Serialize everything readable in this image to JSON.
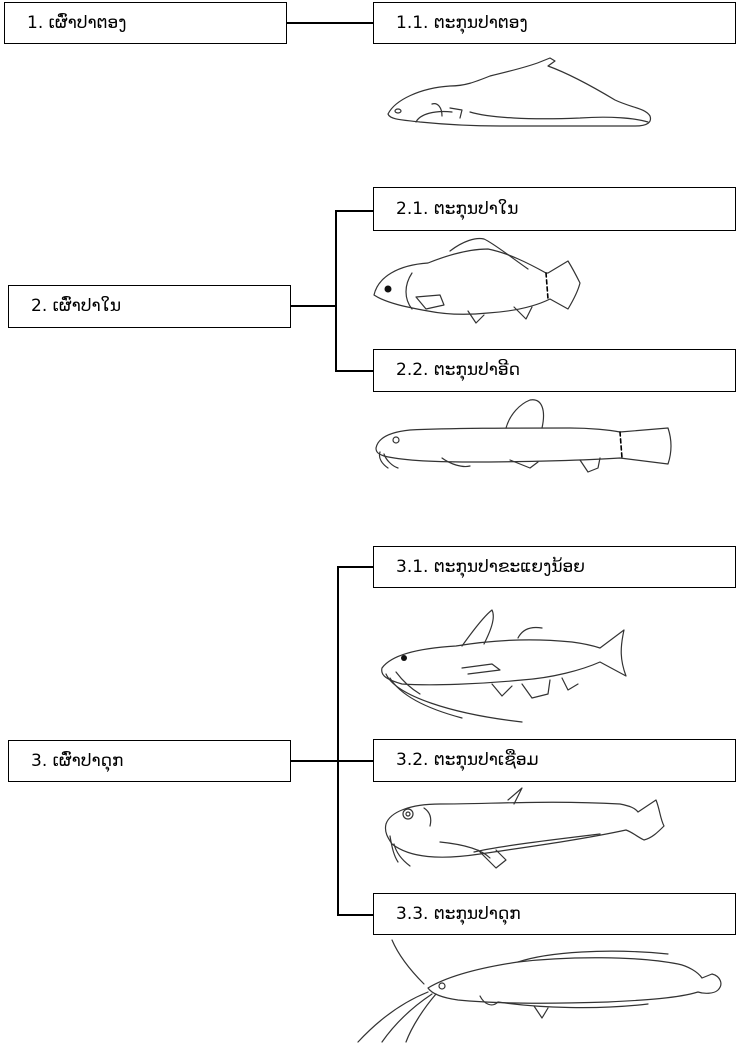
{
  "groups": [
    {
      "label": "1. ເຜົ່າປາຕອງ",
      "families": [
        {
          "label": "1.1.  ຕະກຸນປາຕອງ",
          "icon": "featherback-fish-icon"
        }
      ]
    },
    {
      "label": "2. ເຜົ່າປາໃນ",
      "families": [
        {
          "label": "2.1. ຕະກຸນປາໃນ",
          "icon": "carp-fish-icon"
        },
        {
          "label": "2.2. ຕະກຸນປາອີດ",
          "icon": "loach-fish-icon"
        }
      ]
    },
    {
      "label": "3. ເຜົ່າປາດຸກ",
      "families": [
        {
          "label": "3.1. ຕະກຸນປາຂະແຍງນ້ອຍ",
          "icon": "bagrid-catfish-icon"
        },
        {
          "label": "3.2. ຕະກຸນປາເຊືອມ",
          "icon": "sheatfish-icon"
        },
        {
          "label": "3.3. ຕະກຸນປາດຸກ",
          "icon": "walking-catfish-icon"
        }
      ]
    }
  ]
}
